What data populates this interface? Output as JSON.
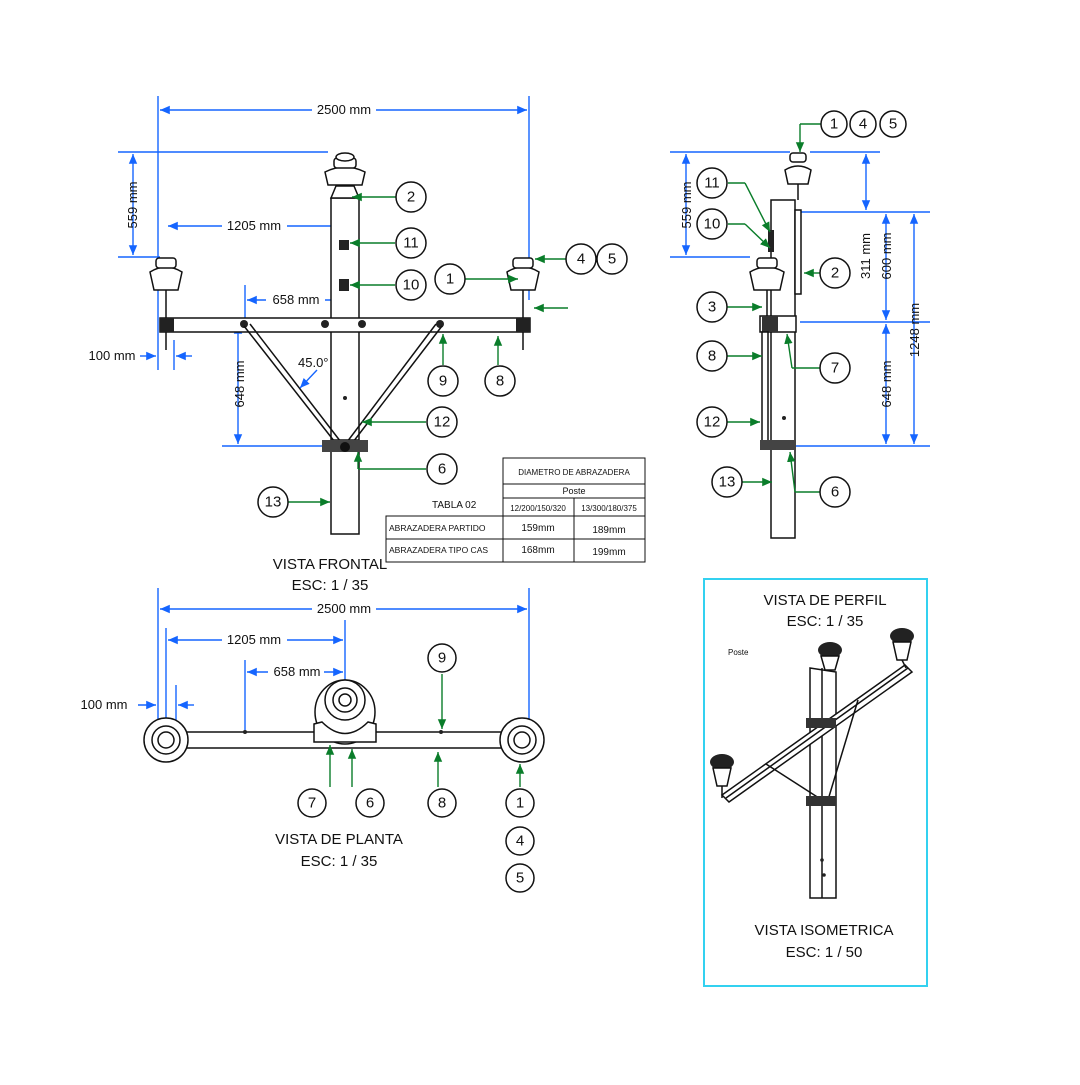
{
  "colors": {
    "dimension": "#1565ff",
    "leader": "#0a7d2a",
    "line": "#111111",
    "frame": "#33d1f0"
  },
  "frontal": {
    "dim_2500": "2500 mm",
    "dim_559": "559 mm",
    "dim_1205": "1205 mm",
    "dim_658": "658 mm",
    "dim_100": "100 mm",
    "dim_648": "648 mm",
    "angle": "45.0°",
    "title": "VISTA FRONTAL",
    "scale": "ESC: 1 / 35",
    "callouts": {
      "c2": "2",
      "c11": "11",
      "c10": "10",
      "c1": "1",
      "c4": "4",
      "c5": "5",
      "c9": "9",
      "c8": "8",
      "c12": "12",
      "c6": "6",
      "c13": "13"
    }
  },
  "perfil": {
    "dim_559": "559 mm",
    "dim_311": "311 mm",
    "dim_600": "600 mm",
    "dim_1248": "1248 mm",
    "dim_648": "648 mm",
    "callouts": {
      "c1": "1",
      "c4": "4",
      "c5": "5",
      "c11": "11",
      "c10": "10",
      "c2": "2",
      "c3": "3",
      "c8": "8",
      "c7": "7",
      "c12": "12",
      "c13": "13",
      "c6": "6"
    }
  },
  "table": {
    "label": "TABLA 02",
    "header": "DIAMETRO DE ABRAZADERA",
    "subheader": "Poste",
    "col1": "12/200/150/320",
    "col2": "13/300/180/375",
    "rows": [
      {
        "name": "ABRAZADERA PARTIDO",
        "v1": "159mm",
        "v2": "189mm"
      },
      {
        "name": "ABRAZADERA TIPO CAS",
        "v1": "168mm",
        "v2": "199mm"
      }
    ]
  },
  "planta": {
    "dim_2500": "2500 mm",
    "dim_1205": "1205 mm",
    "dim_658": "658 mm",
    "dim_100": "100 mm",
    "title": "VISTA DE PLANTA",
    "scale": "ESC: 1 / 35",
    "callouts": {
      "c9": "9",
      "c7": "7",
      "c6": "6",
      "c8": "8",
      "c1": "1",
      "c4": "4",
      "c5": "5"
    }
  },
  "iso": {
    "top_title": "VISTA DE PERFIL",
    "top_scale": "ESC: 1 / 35",
    "poste": "Poste",
    "title": "VISTA ISOMETRICA",
    "scale": "ESC: 1 / 50"
  }
}
